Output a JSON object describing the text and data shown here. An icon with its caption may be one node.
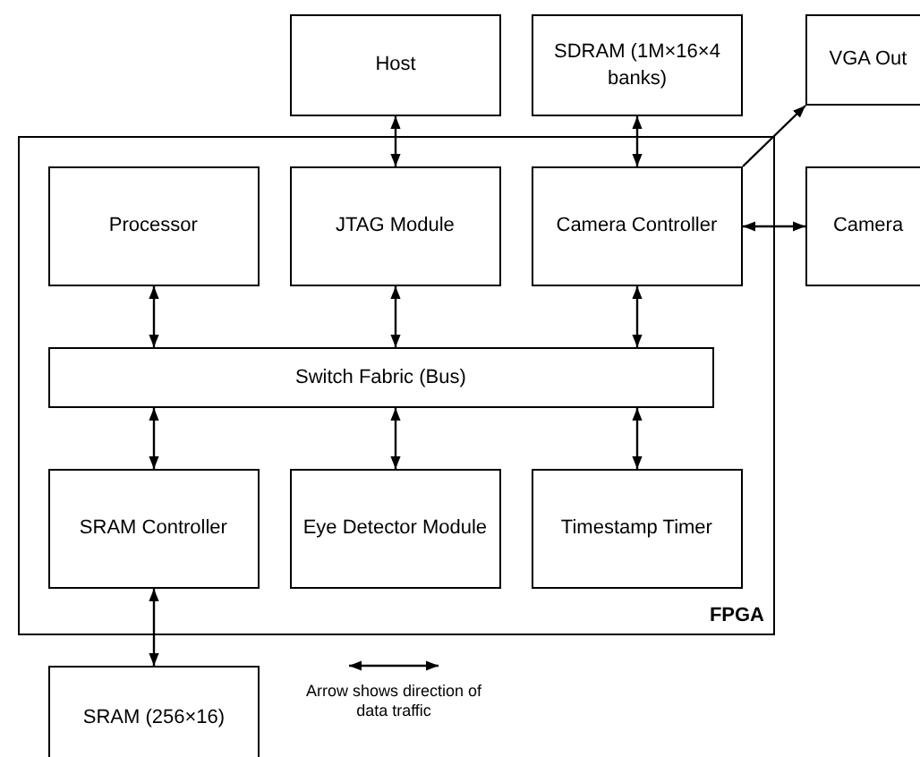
{
  "diagram": {
    "nodes": [
      {
        "text": [
          "Host"
        ]
      },
      {
        "text": [
          "SDRAM (1M×16×4 banks)"
        ]
      },
      {
        "text": [
          "VGA Out"
        ]
      },
      {
        "text": [
          "FPGA"
        ]
      },
      {
        "text": [
          "Processor"
        ],
        "in": 3
      },
      {
        "text": [
          "JTAG Module"
        ],
        "in": 3
      },
      {
        "text": [
          "Camera Controller"
        ],
        "in": 3
      },
      {
        "text": [
          "Camera"
        ]
      },
      {
        "text": [
          "Switch Fabric (Bus)"
        ],
        "in": 3
      },
      {
        "text": [
          "SRAM Controller"
        ],
        "in": 3
      },
      {
        "text": [
          "Eye Detector Module"
        ],
        "in": 3
      },
      {
        "text": [
          "Timestamp Timer"
        ],
        "in": 3
      },
      {
        "text": [
          "SRAM (256×16)"
        ]
      }
    ],
    "edges": [
      {
        "from": 0,
        "to": 5,
        "arrow": "both"
      },
      {
        "from": 1,
        "to": 6,
        "arrow": "both"
      },
      {
        "from": 6,
        "to": 2,
        "arrow": "to"
      },
      {
        "from": 6,
        "to": 7,
        "arrow": "both"
      },
      {
        "from": 4,
        "to": 8,
        "arrow": "both"
      },
      {
        "from": 5,
        "to": 8,
        "arrow": "both"
      },
      {
        "from": 6,
        "to": 8,
        "arrow": "both"
      },
      {
        "from": 8,
        "to": 9,
        "arrow": "both"
      },
      {
        "from": 8,
        "to": 10,
        "arrow": "both"
      },
      {
        "from": 8,
        "to": 11,
        "arrow": "both"
      },
      {
        "from": 9,
        "to": 12,
        "arrow": "both"
      }
    ],
    "legend": [
      {
        "text": "Arrow shows direction of data traffic"
      }
    ]
  }
}
